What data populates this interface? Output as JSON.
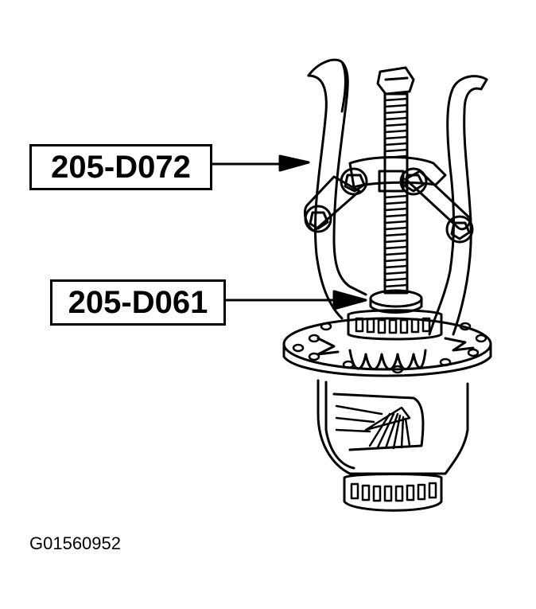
{
  "diagram": {
    "type": "technical-illustration",
    "subject": "Two-jaw puller removing differential side bearing",
    "callouts": [
      {
        "label": "205-D072",
        "points_to": "puller-jaws"
      },
      {
        "label": "205-D061",
        "points_to": "bearing-step-plate"
      }
    ],
    "figure_id": "G01560952"
  },
  "colors": {
    "line": "#000000",
    "background": "#ffffff"
  }
}
